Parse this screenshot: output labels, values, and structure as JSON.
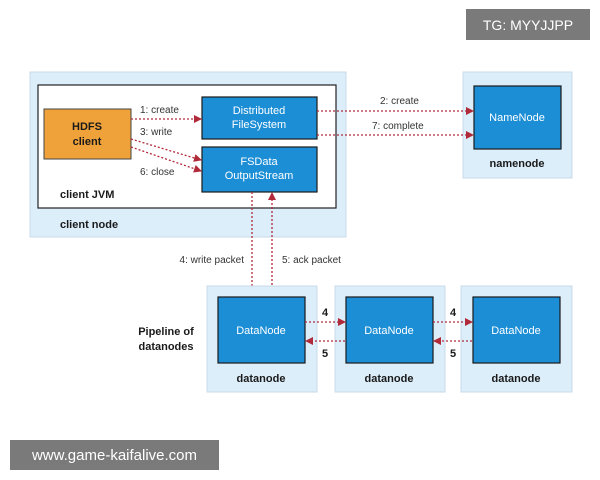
{
  "client_node": {
    "label": "client node",
    "jvm_label": "client JVM",
    "hdfs_client_line1": "HDFS",
    "hdfs_client_line2": "client",
    "dfs_line1": "Distributed",
    "dfs_line2": "FileSystem",
    "fsdata_line1": "FSData",
    "fsdata_line2": "OutputStream"
  },
  "namenode": {
    "box_label": "NameNode",
    "node_label": "namenode"
  },
  "pipeline_label_line1": "Pipeline of",
  "pipeline_label_line2": "datanodes",
  "datanodes": [
    {
      "box_label": "DataNode",
      "node_label": "datanode"
    },
    {
      "box_label": "DataNode",
      "node_label": "datanode"
    },
    {
      "box_label": "DataNode",
      "node_label": "datanode"
    }
  ],
  "steps": {
    "create1": "1: create",
    "write3": "3: write",
    "close6": "6: close",
    "create2": "2: create",
    "complete7": "7: complete",
    "write_packet4": "4: write packet",
    "ack_packet5": "5: ack packet",
    "pipe_forward": "4",
    "pipe_back": "5"
  },
  "overlays": {
    "tag": "TG: MYYJJPP",
    "site": "www.game-kaifalive.com"
  },
  "colors": {
    "node_bg": "#dceefa",
    "blue_box": "#1c8ed6",
    "orange_box": "#f0a23a",
    "arrow_red": "#b02a3a",
    "jvm_bg": "#ffffff"
  }
}
